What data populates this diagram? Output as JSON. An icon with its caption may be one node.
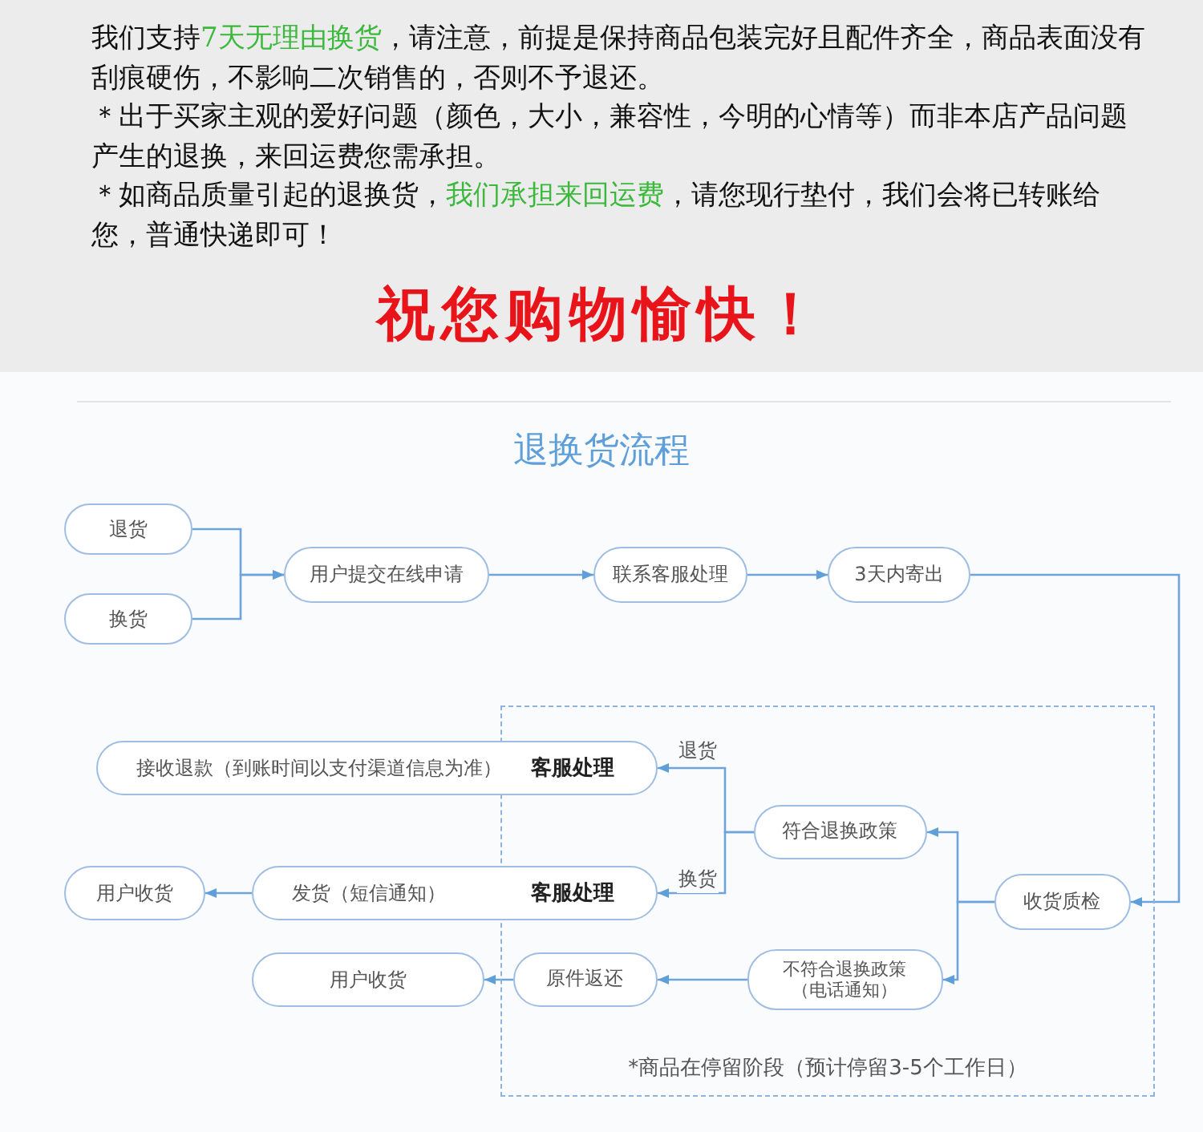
{
  "diagram": {
    "title": "退换货流程",
    "nodes": [
      {
        "text": [
          "退货"
        ]
      },
      {
        "text": [
          "换货"
        ]
      },
      {
        "text": [
          "用户提交在线申请"
        ]
      },
      {
        "text": [
          "联系客服处理"
        ]
      },
      {
        "text": [
          "3天内寄出"
        ]
      },
      {
        "text": [
          "*商品在停留阶段（预计停留3-5个工作日）"
        ]
      },
      {
        "text": [
          "接收退款（到账时间以支付渠道信息为准）",
          "客服处理"
        ]
      },
      {
        "text": [
          "符合退换政策"
        ],
        "in": 5
      },
      {
        "text": [
          "用户收货"
        ]
      },
      {
        "text": [
          "发货（短信通知）",
          "客服处理"
        ]
      },
      {
        "text": [
          "收货质检"
        ],
        "in": 5
      },
      {
        "text": [
          "用户收货"
        ]
      },
      {
        "text": [
          "原件返还"
        ],
        "in": 5
      },
      {
        "text": [
          "不符合退换政策（电话通知）"
        ],
        "in": 5
      }
    ],
    "edges": [
      {
        "from": 0,
        "to": 2,
        "arrow": "to"
      },
      {
        "from": 1,
        "to": 2,
        "arrow": "to"
      },
      {
        "from": 2,
        "to": 3,
        "arrow": "to"
      },
      {
        "from": 3,
        "to": 4,
        "arrow": "to"
      },
      {
        "from": 4,
        "to": 10,
        "arrow": "to"
      },
      {
        "from": 10,
        "to": 7,
        "arrow": "to"
      },
      {
        "from": 10,
        "to": 13,
        "arrow": "to"
      },
      {
        "from": 7,
        "to": 6,
        "arrow": "to",
        "label": "退货"
      },
      {
        "from": 7,
        "to": 9,
        "arrow": "to",
        "label": "换货"
      },
      {
        "from": 9,
        "to": 8,
        "arrow": "to"
      },
      {
        "from": 13,
        "to": 12,
        "arrow": "to"
      },
      {
        "from": 12,
        "to": 11,
        "arrow": "to"
      }
    ],
    "labels": [
      "我们支持**7天无理由换货**，请注意，前提是保持商品包装完好且配件齐全，商品表面没有刮痕硬伤，不影响二次销售的，否则不予退还。",
      "＊出于买家主观的爱好问题（颜色，大小，兼容性，今明的心情等）而非本店产品问题产生的退换，来回运费您需承担。",
      "＊如商品质量引起的退换货，*我们承担来回运费*，请您现行垫付，我们会将已转账给您，普通快递即可！",
      "祝您购物愉快！"
    ]
  }
}
